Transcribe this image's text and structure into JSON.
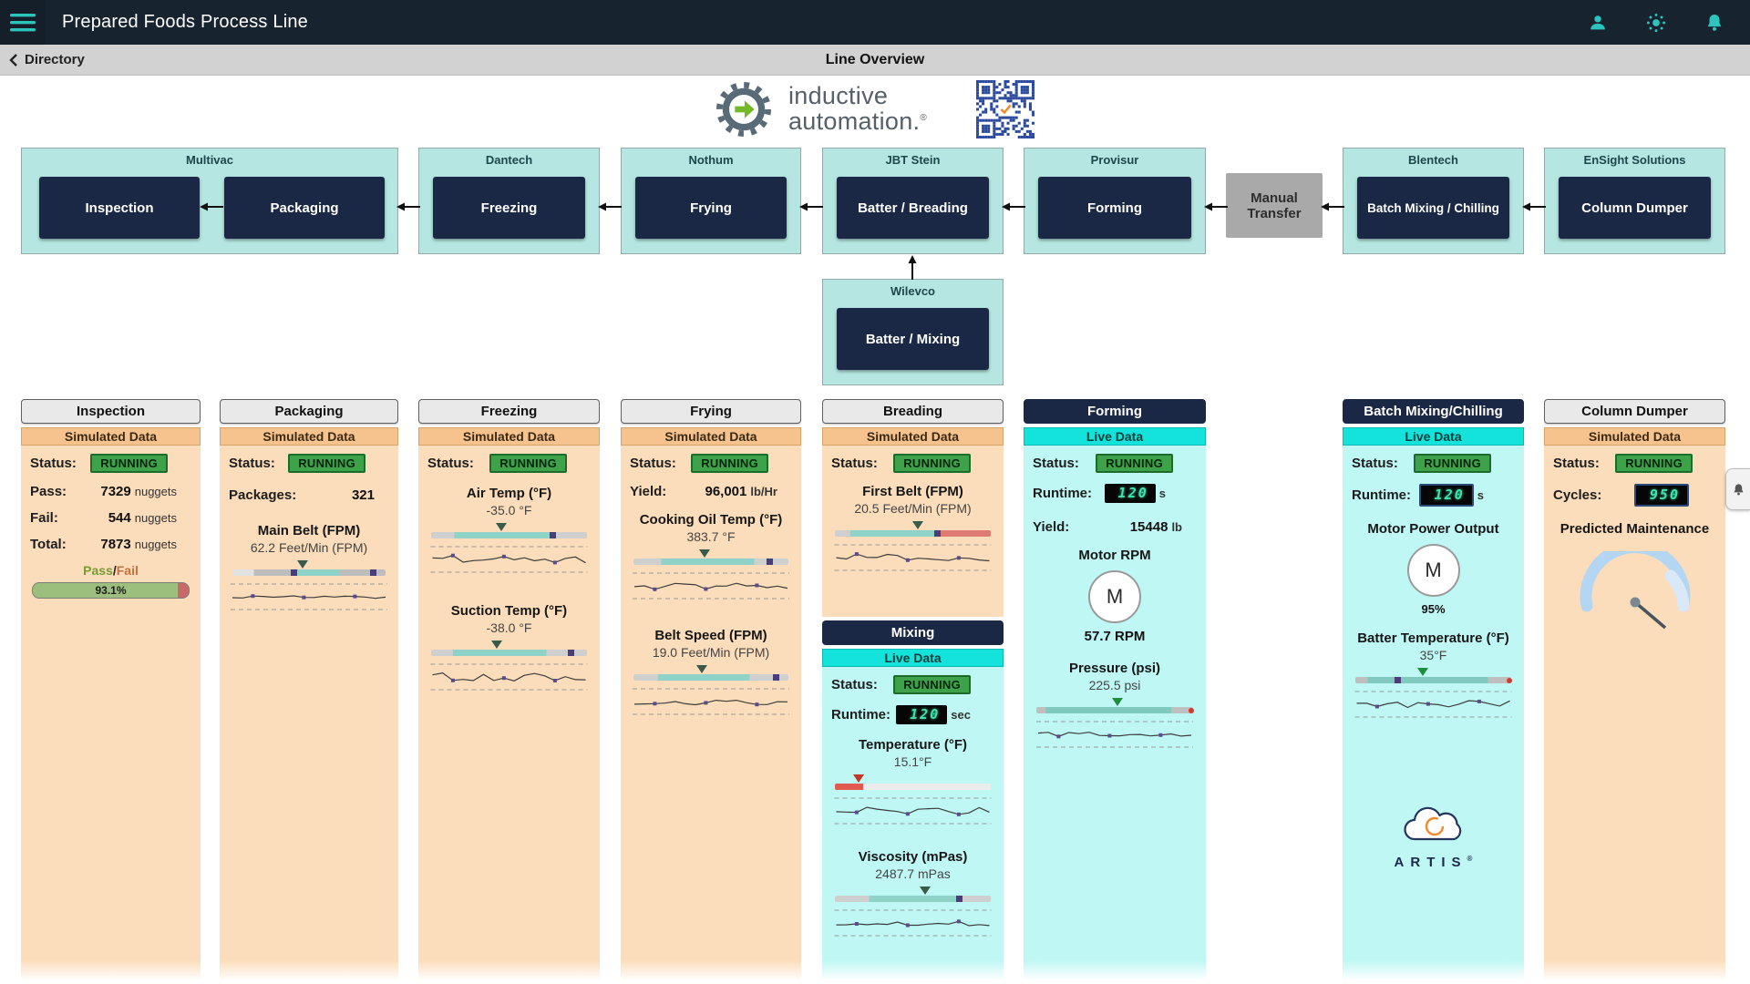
{
  "colors": {
    "accent_teal": "#2EC4BE",
    "navy": "#1B2845",
    "running_green": "#3EA24A",
    "sim_strip": "#F6C38E",
    "sim_body": "#FBDDBB",
    "live_strip": "#14E3DC",
    "live_body": "#BFF7F4"
  },
  "header": {
    "title": "Prepared Foods Process Line",
    "icons": [
      "menu",
      "user",
      "theme",
      "notifications"
    ]
  },
  "nav": {
    "back_label": "Directory",
    "page_title": "Line Overview"
  },
  "logo": {
    "line1": "inductive",
    "line2": "automation.",
    "reg": "®"
  },
  "flow": {
    "multivac": {
      "vendor": "Multivac",
      "inspection": "Inspection",
      "packaging": "Packaging"
    },
    "dantech": {
      "vendor": "Dantech",
      "machine": "Freezing"
    },
    "nothum": {
      "vendor": "Nothum",
      "machine": "Frying"
    },
    "jbt_stein": {
      "vendor": "JBT Stein",
      "machine": "Batter / Breading"
    },
    "provisur": {
      "vendor": "Provisur",
      "machine": "Forming"
    },
    "manual_transfer": "Manual Transfer",
    "blentech": {
      "vendor": "Blentech",
      "machine": "Batch Mixing / Chilling"
    },
    "ensight": {
      "vendor": "EnSight Solutions",
      "machine": "Column Dumper"
    },
    "wilevco": {
      "vendor": "Wilevco",
      "machine": "Batter / Mixing"
    }
  },
  "panels": {
    "inspection": {
      "title": "Inspection",
      "data_badge": "Simulated Data",
      "status_label": "Status:",
      "status": "RUNNING",
      "pass_label": "Pass:",
      "pass_value": "7329",
      "pass_unit": "nuggets",
      "fail_label": "Fail:",
      "fail_value": "544",
      "fail_unit": "nuggets",
      "total_label": "Total:",
      "total_value": "7873",
      "total_unit": "nuggets",
      "passfail_pass": "Pass",
      "passfail_sep": "/",
      "passfail_fail": "Fail",
      "passfail_pct": "93.1%"
    },
    "packaging": {
      "title": "Packaging",
      "data_badge": "Simulated Data",
      "status_label": "Status:",
      "status": "RUNNING",
      "packages_label": "Packages:",
      "packages_value": "321",
      "belt_title": "Main Belt (FPM)",
      "belt_value": "62.2 Feet/Min (FPM)"
    },
    "freezing": {
      "title": "Freezing",
      "data_badge": "Simulated Data",
      "status_label": "Status:",
      "status": "RUNNING",
      "air_title": "Air Temp (°F)",
      "air_value": "-35.0 °F",
      "suction_title": "Suction Temp (°F)",
      "suction_value": "-38.0 °F"
    },
    "frying": {
      "title": "Frying",
      "data_badge": "Simulated Data",
      "status_label": "Status:",
      "status": "RUNNING",
      "yield_label": "Yield:",
      "yield_value": "96,001",
      "yield_unit": "lb/Hr",
      "oil_title": "Cooking Oil Temp (°F)",
      "oil_value": "383.7 °F",
      "belt_title": "Belt Speed (FPM)",
      "belt_value": "19.0 Feet/Min (FPM)"
    },
    "breading": {
      "title": "Breading",
      "data_badge": "Simulated Data",
      "status_label": "Status:",
      "status": "RUNNING",
      "belt_title": "First Belt (FPM)",
      "belt_value": "20.5 Feet/Min (FPM)",
      "mixing_title": "Mixing",
      "live_badge": "Live Data",
      "mix_status_label": "Status:",
      "mix_status": "RUNNING",
      "runtime_label": "Runtime:",
      "runtime_value": "120",
      "runtime_unit": "sec",
      "temp_title": "Temperature (°F)",
      "temp_value": "15.1°F",
      "visc_title": "Viscosity (mPas)",
      "visc_value": "2487.7 mPas"
    },
    "forming": {
      "title": "Forming",
      "data_badge": "Live Data",
      "status_label": "Status:",
      "status": "RUNNING",
      "runtime_label": "Runtime:",
      "runtime_value": "120",
      "runtime_unit": "s",
      "yield_label": "Yield:",
      "yield_value": "15448",
      "yield_unit": "lb",
      "motor_title": "Motor RPM",
      "motor_letter": "M",
      "motor_value": "57.7 RPM",
      "pressure_title": "Pressure (psi)",
      "pressure_value": "225.5 psi"
    },
    "batch": {
      "title": "Batch Mixing/Chilling",
      "data_badge": "Live Data",
      "status_label": "Status:",
      "status": "RUNNING",
      "runtime_label": "Runtime:",
      "runtime_value": "120",
      "runtime_unit": "s",
      "power_title": "Motor Power Output",
      "power_letter": "M",
      "power_value": "95%",
      "batter_title": "Batter Temperature (°F)",
      "batter_value": "35°F",
      "artis": "ARTIS",
      "artis_reg": "®"
    },
    "dumper": {
      "title": "Column Dumper",
      "data_badge": "Simulated Data",
      "status_label": "Status:",
      "status": "RUNNING",
      "cycles_label": "Cycles:",
      "cycles_value": "950",
      "maint_title": "Predicted Maintenance"
    }
  }
}
